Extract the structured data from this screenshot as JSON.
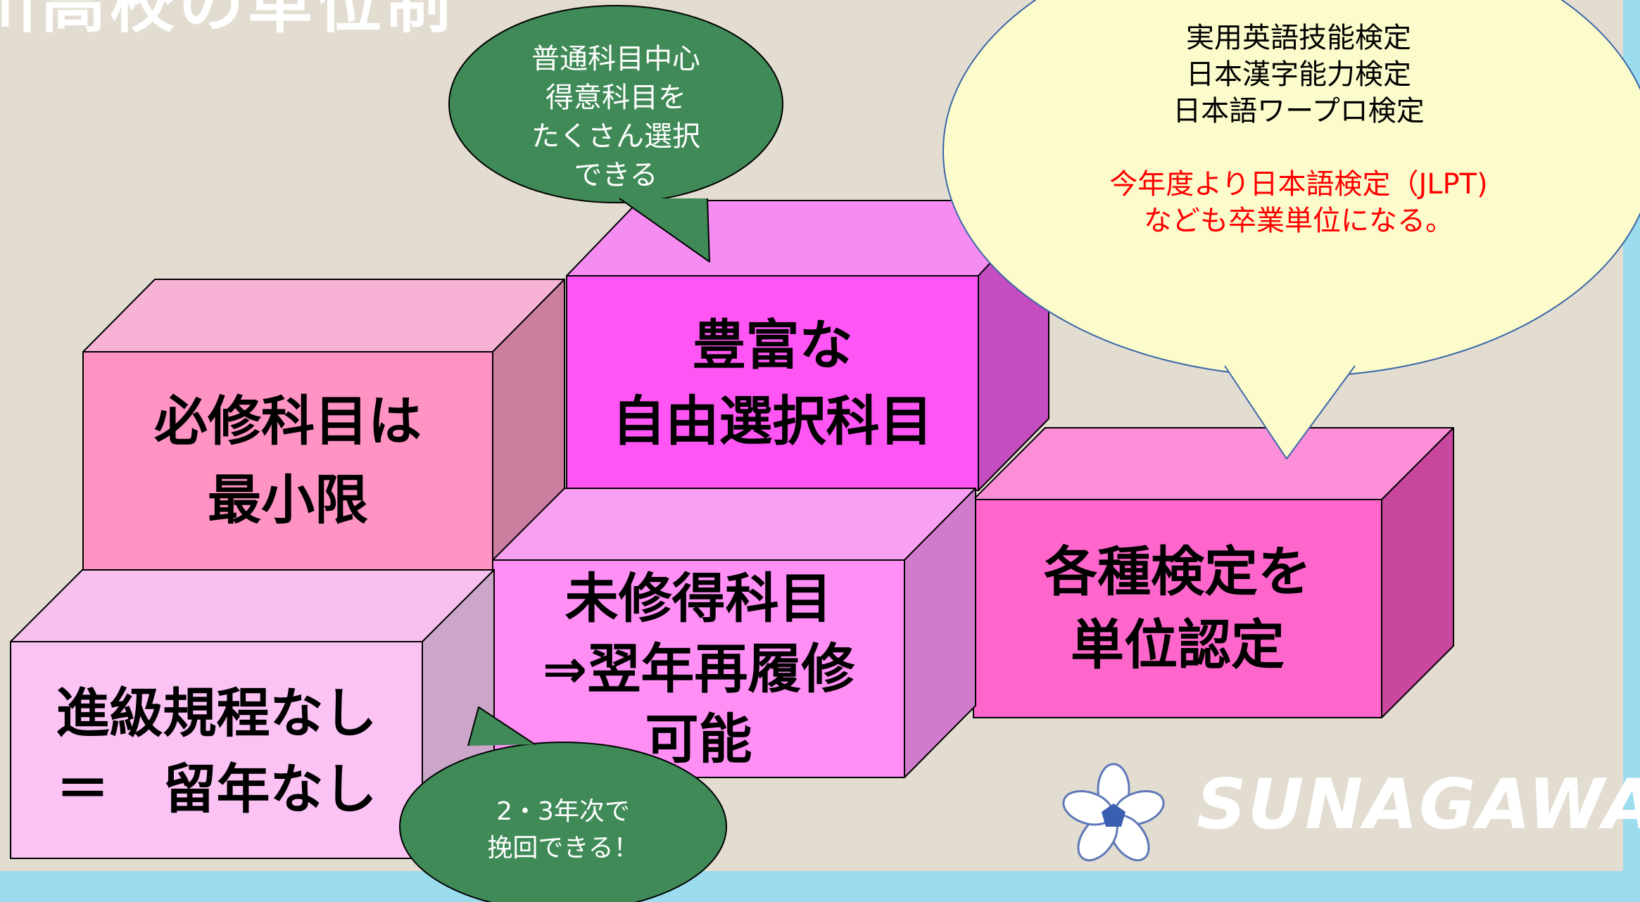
{
  "slide": {
    "title": "川高校の単位制"
  },
  "blocks": {
    "required": {
      "line1": "必修科目は",
      "line2": "最小限"
    },
    "electives": {
      "line1": "豊富な",
      "line2": "自由選択科目"
    },
    "no_retention": {
      "line1": "進級規程なし",
      "line2": "＝　留年なし"
    },
    "retake": {
      "line1": "未修得科目",
      "line2": "⇒翌年再履修",
      "line3": "可能"
    },
    "certification": {
      "line1": "各種検定を",
      "line2": "単位認定"
    }
  },
  "bubbles": {
    "general_subjects": {
      "line1": "普通科目中心",
      "line2": "得意科目を",
      "line3": "たくさん選択",
      "line4": "できる"
    },
    "recover": {
      "line1": "2・3年次で",
      "line2": "挽回できる！"
    },
    "certs": {
      "line1": "実用英語技能検定",
      "line2": "日本漢字能力検定",
      "line3": "日本語ワープロ検定",
      "note1": "今年度より日本語検定（JLPT)",
      "note2": "なども卒業単位になる。"
    }
  },
  "logo": {
    "text": "SUNAGAWA",
    "icon": "sakura-flower-icon"
  },
  "colors": {
    "background": "#e3ddd1",
    "frame": "#9bdcef",
    "bubble_green": "#3f8a57",
    "bubble_yellow": "#fcfbcb",
    "highlight_red": "#ff0000"
  }
}
